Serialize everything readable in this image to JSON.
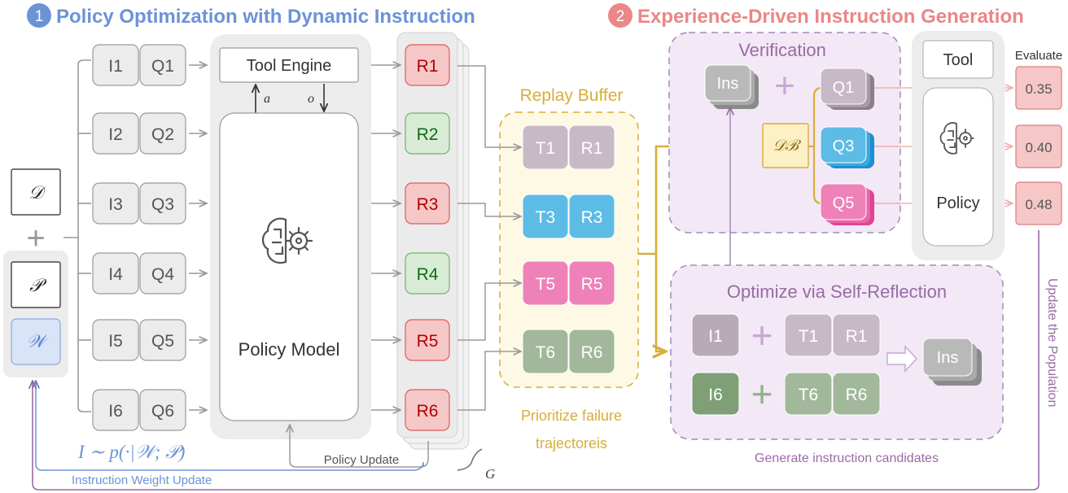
{
  "section1": {
    "number": "1",
    "title": "Policy Optimization with Dynamic Instruction"
  },
  "section2": {
    "number": "2",
    "title": "Experience-Driven Instruction Generation"
  },
  "inputs": {
    "dataset": "𝒟",
    "plus": "+",
    "population": "𝒫",
    "weights": "𝒲"
  },
  "pairs": [
    {
      "instruction": "I1",
      "question": "Q1"
    },
    {
      "instruction": "I2",
      "question": "Q2"
    },
    {
      "instruction": "I3",
      "question": "Q3"
    },
    {
      "instruction": "I4",
      "question": "Q4"
    },
    {
      "instruction": "I5",
      "question": "Q5"
    },
    {
      "instruction": "I6",
      "question": "Q6"
    }
  ],
  "tool_engine": "Tool Engine",
  "action_label": "a",
  "observation_label": "o",
  "policy_model": "Policy Model",
  "rollouts": [
    {
      "label": "R1",
      "status": "fail"
    },
    {
      "label": "R2",
      "status": "success"
    },
    {
      "label": "R3",
      "status": "fail"
    },
    {
      "label": "R4",
      "status": "success"
    },
    {
      "label": "R5",
      "status": "fail"
    },
    {
      "label": "R6",
      "status": "fail"
    }
  ],
  "group_label": "G",
  "policy_update": "Policy Update",
  "sampling_formula": "I ∼ p(·|𝒲; 𝒫)",
  "instruction_weight_update": "Instruction Weight Update",
  "replay_buffer": {
    "title": "Replay Buffer",
    "rows": [
      {
        "t": "T1",
        "r": "R1"
      },
      {
        "t": "T3",
        "r": "R3"
      },
      {
        "t": "T5",
        "r": "R5"
      },
      {
        "t": "T6",
        "r": "R6"
      }
    ],
    "caption_line1": "Prioritize failure",
    "caption_line2": "trajectoreis"
  },
  "buffer_sample": "𝒟ℬ",
  "verification": {
    "title": "Verification",
    "ins": "Ins",
    "plus": "+",
    "questions": [
      "Q1",
      "Q3",
      "Q5"
    ]
  },
  "tool_label": "Tool",
  "policy_label": "Policy",
  "evaluate": {
    "title": "Evaluate",
    "scores": [
      "0.35",
      "0.40",
      "0.48"
    ]
  },
  "update_population": "Update the Population",
  "reflection": {
    "title": "Optimize via Self-Reflection",
    "rows": [
      {
        "i": "I1",
        "plus": "+",
        "t": "T1",
        "r": "R1"
      },
      {
        "i": "I6",
        "plus": "+",
        "t": "T6",
        "r": "R6"
      }
    ],
    "output": "Ins",
    "caption": "Generate instruction candidates"
  },
  "colors": {
    "blue_title": "#6c93d6",
    "pink_title": "#ea8787",
    "gray_box": "#ececec",
    "red_fill": "#f6c7c7",
    "red_stroke": "#e05a5a",
    "red_text": "#b40000",
    "green_fill": "#d8ecd5",
    "green_stroke": "#6fb46a",
    "green_text": "#0f6b0f",
    "gold": "#d8ae3a",
    "purple": "#9a6aa5",
    "purple_dash": "#a48ab8",
    "t1_gray": "#c8b9c6",
    "t3_blue": "#5cbce6",
    "t5_pink": "#ee82b8",
    "t6_green": "#a2b89a"
  }
}
